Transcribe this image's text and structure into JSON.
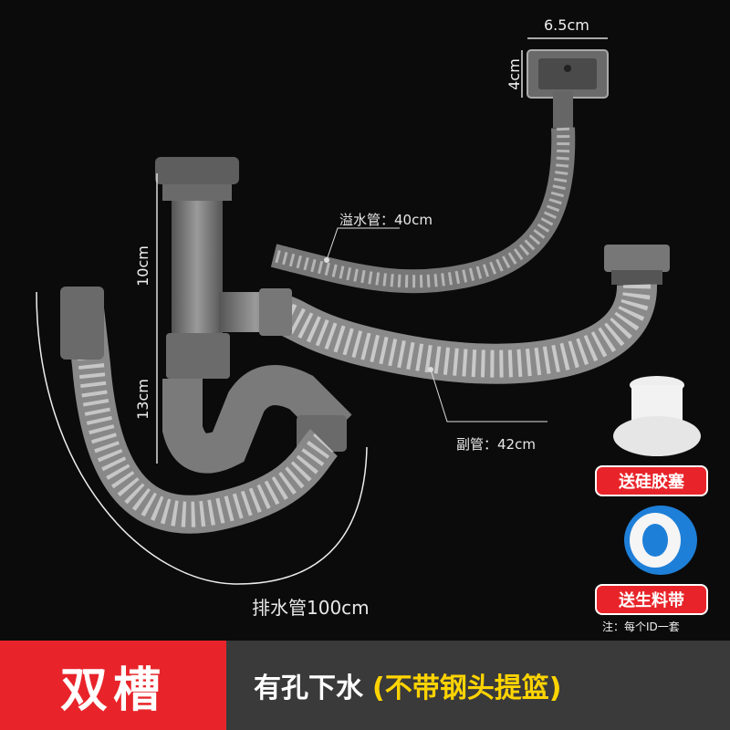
{
  "labels": {
    "overflow_pipe": "溢水管：40cm",
    "secondary_pipe": "副管：42cm",
    "drain_pipe": "排水管100cm"
  },
  "dimensions": {
    "width": "6.5cm",
    "height": "4cm",
    "upper": "10cm",
    "lower": "13cm"
  },
  "gifts": {
    "silicone_plug": "送硅胶塞",
    "tape": "送生料带",
    "note": "注：每个ID一套"
  },
  "bottom": {
    "type": "双槽",
    "description": "有孔下水",
    "note": "(不带钢头提篮)"
  },
  "colors": {
    "accent": "#e8242a",
    "highlight": "#ffd400",
    "background": "#0b0b0b"
  }
}
